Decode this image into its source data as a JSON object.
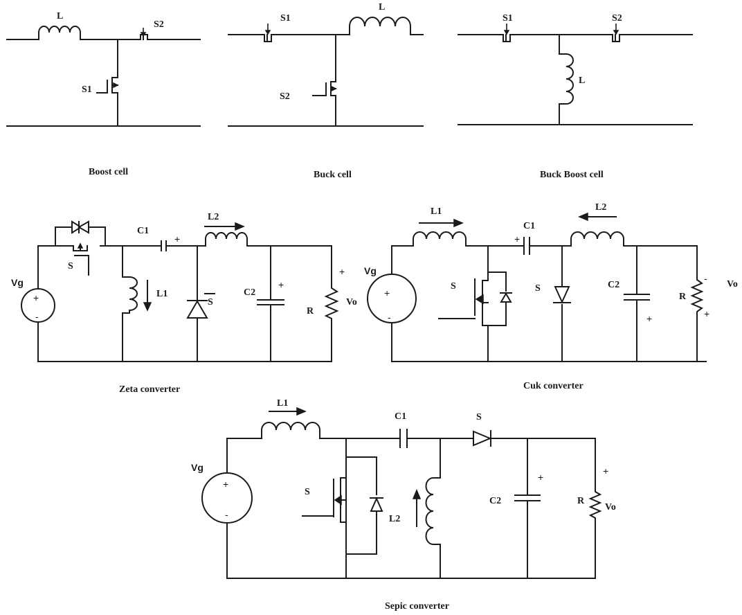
{
  "cells": {
    "boost": {
      "caption": "Boost cell",
      "inductor": "L",
      "switch_top": "S2",
      "switch_shunt": "S1"
    },
    "buck": {
      "caption": "Buck cell",
      "inductor": "L",
      "switch_series": "S1",
      "switch_shunt": "S2"
    },
    "buck_boost": {
      "caption": "Buck Boost cell",
      "inductor": "L",
      "switch_left": "S1",
      "switch_right": "S2"
    }
  },
  "zeta": {
    "caption": "Zeta converter",
    "source": "Vg",
    "source_plus": "+",
    "source_minus": "-",
    "switch": "S",
    "cap1": "C1",
    "cap1_plus": "+",
    "inductor2": "L2",
    "inductor1": "L1",
    "diode_label": "S",
    "cap2": "C2",
    "cap2_plus": "+",
    "load": "R",
    "vout": "Vo",
    "vout_plus": "+"
  },
  "cuk": {
    "caption": "Cuk converter",
    "source": "Vg",
    "source_plus": "+",
    "source_minus": "-",
    "inductor1": "L1",
    "cap1": "C1",
    "cap1_plus": "+",
    "inductor2": "L2",
    "switch": "S",
    "diode": "S",
    "cap2": "C2",
    "cap2_plus": "+",
    "load": "R",
    "load_minus": "-",
    "load_plus": "+",
    "vout": "Vo"
  },
  "sepic": {
    "caption": "Sepic converter",
    "source": "Vg",
    "source_plus": "+",
    "source_minus": "-",
    "inductor1": "L1",
    "cap1": "C1",
    "diode": "S",
    "switch": "S",
    "inductor2": "L2",
    "cap2": "C2",
    "cap2_plus": "+",
    "load": "R",
    "vout": "Vo",
    "vout_plus": "+"
  }
}
